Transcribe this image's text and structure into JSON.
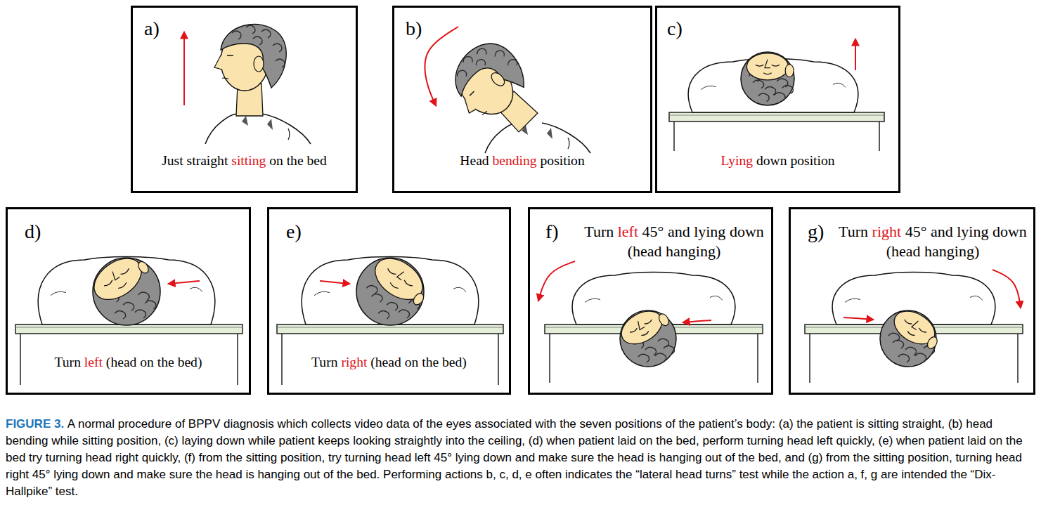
{
  "diagram": {
    "caption": "FIGURE 3. A normal procedure of BPPV diagnosis which collects video data of the eyes associated with the seven positions of the patient’s body: (a) the patient is sitting straight, (b) head bending while sitting position, (c) laying down while patient keeps looking straightly into the ceiling, (d) when patient laid on the bed, perform turning head left quickly, (e) when patient laid on the bed try turning head right quickly, (f) from the sitting position, try turning head left 45° lying down and make sure the head is hanging out of the bed, and (g) from the sitting position, turning head right 45° lying down and make sure the head is hanging out of the bed. Performing actions b, c, d, e often indicates the “lateral head turns” test while the action a, f, g are intended the “Dix-Hallpike” test.",
    "nodes": [
      {
        "text": [
          "a)",
          "Just straight sitting on the bed"
        ]
      },
      {
        "text": [
          "b)",
          "Head bending position"
        ]
      },
      {
        "text": [
          "c)",
          "Lying down position"
        ]
      },
      {
        "text": [
          "d)",
          "Turn left (head on the bed)"
        ]
      },
      {
        "text": [
          "e)",
          "Turn right (head on the bed)"
        ]
      },
      {
        "text": [
          "f)",
          "Turn left 45° and lying down (head hanging)"
        ]
      },
      {
        "text": [
          "g)",
          "Turn right 45° and lying down (head hanging)"
        ]
      }
    ]
  }
}
